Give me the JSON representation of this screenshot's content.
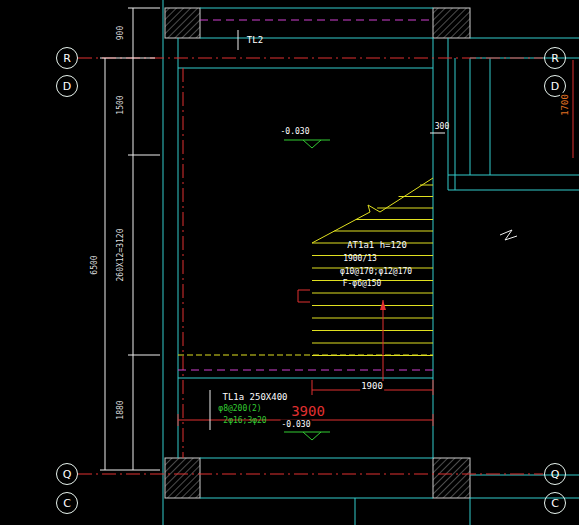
{
  "diagram": {
    "nodes": [
      {
        "text": [
          "R"
        ]
      },
      {
        "text": [
          "D"
        ]
      },
      {
        "text": [
          "Q"
        ]
      },
      {
        "text": [
          "C"
        ]
      },
      {
        "text": [
          "R"
        ]
      },
      {
        "text": [
          "D"
        ]
      },
      {
        "text": [
          "Q"
        ]
      },
      {
        "text": [
          "C"
        ]
      }
    ],
    "labels": [
      "900",
      "1500",
      "260X12=3120",
      "1880",
      "6500",
      "1700",
      "TL2",
      "-0.030",
      "300",
      "AT1a1  h=120",
      "1900/13",
      "φ10@170;φ12@170",
      "F-φ6@150",
      "1900",
      "TL1a 250X400",
      "φ8@200(2)",
      "2φ16;3φ20",
      "3900",
      "-0.030"
    ]
  }
}
